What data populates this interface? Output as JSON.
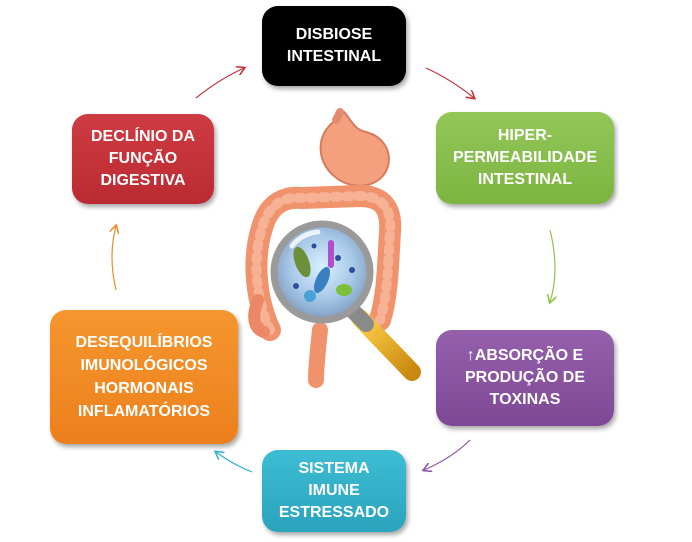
{
  "diagram": {
    "nodes": {
      "disbiose": "DISBIOSE\nINTESTINAL",
      "hiper": "HIPER-\nPERMEABILIDADE\nINTESTINAL",
      "absorcao": "↑ABSORÇÃO E\nPRODUÇÃO DE\nTOXINAS",
      "sistema": "SISTEMA\nIMUNE\nESTRESSADO",
      "desequilibrios": "DESEQUILÍBRIOS\nIMUNOLÓGICOS\nHORMONAIS\nINFLAMATÓRIOS",
      "declinio": "DECLÍNIO DA\nFUNÇÃO\nDIGESTIVA"
    },
    "colors": {
      "disbiose": "#000000",
      "hiper": "#8bc34a",
      "absorcao": "#8d55a3",
      "sistema": "#35b1c9",
      "desequilibrios": "#f28b26",
      "declinio": "#c7323a"
    },
    "center_illustration": "intestine-with-magnifying-glass"
  }
}
